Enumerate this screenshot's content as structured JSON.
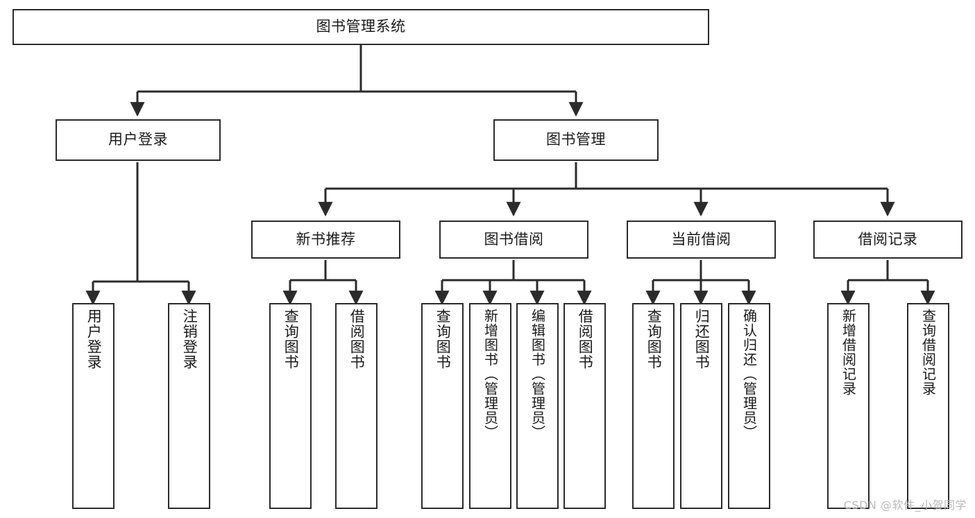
{
  "diagram": {
    "title": "图书管理系统",
    "type": "tree",
    "background": "#ffffff",
    "line_color": "#2b2b2b",
    "text_color": "#1a1a1a",
    "nodes": {
      "root": {
        "label": "图书管理系统",
        "orientation": "horizontal"
      },
      "l2": [
        {
          "id": "user-login",
          "label": "用户登录",
          "orientation": "horizontal"
        },
        {
          "id": "book-manage",
          "label": "图书管理",
          "orientation": "horizontal"
        }
      ],
      "l3": [
        {
          "id": "new-book-recommend",
          "label": "新书推荐",
          "orientation": "horizontal"
        },
        {
          "id": "book-borrow",
          "label": "图书借阅",
          "orientation": "horizontal"
        },
        {
          "id": "current-borrow",
          "label": "当前借阅",
          "orientation": "horizontal"
        },
        {
          "id": "borrow-record",
          "label": "借阅记录",
          "orientation": "horizontal"
        }
      ],
      "leaves": {
        "user_login": [
          {
            "id": "leaf-user-login",
            "label": "用户登录",
            "orientation": "vertical"
          },
          {
            "id": "leaf-logout-login",
            "label": "注销登录",
            "orientation": "vertical"
          }
        ],
        "new_book_recommend": [
          {
            "id": "leaf-query-book-1",
            "label": "查询图书",
            "orientation": "vertical"
          },
          {
            "id": "leaf-borrow-book-1",
            "label": "借阅图书",
            "orientation": "vertical"
          }
        ],
        "book_borrow": [
          {
            "id": "leaf-query-book-2",
            "label": "查询图书",
            "orientation": "vertical"
          },
          {
            "id": "leaf-add-book",
            "label": "新增图书（管理员）",
            "orientation": "vertical"
          },
          {
            "id": "leaf-edit-book",
            "label": "编辑图书（管理员）",
            "orientation": "vertical"
          },
          {
            "id": "leaf-borrow-book-2",
            "label": "借阅图书",
            "orientation": "vertical"
          }
        ],
        "current_borrow": [
          {
            "id": "leaf-query-book-3",
            "label": "查询图书",
            "orientation": "vertical"
          },
          {
            "id": "leaf-return-book",
            "label": "归还图书",
            "orientation": "vertical"
          },
          {
            "id": "leaf-confirm-return",
            "label": "确认归还（管理员）",
            "orientation": "vertical"
          }
        ],
        "borrow_record": [
          {
            "id": "leaf-add-borrow-record",
            "label": "新增借阅记录",
            "orientation": "vertical"
          },
          {
            "id": "leaf-query-borrow-record",
            "label": "查询借阅记录",
            "orientation": "vertical"
          }
        ]
      }
    }
  },
  "watermark": {
    "text": "CSDN @软件_小贺同学"
  }
}
